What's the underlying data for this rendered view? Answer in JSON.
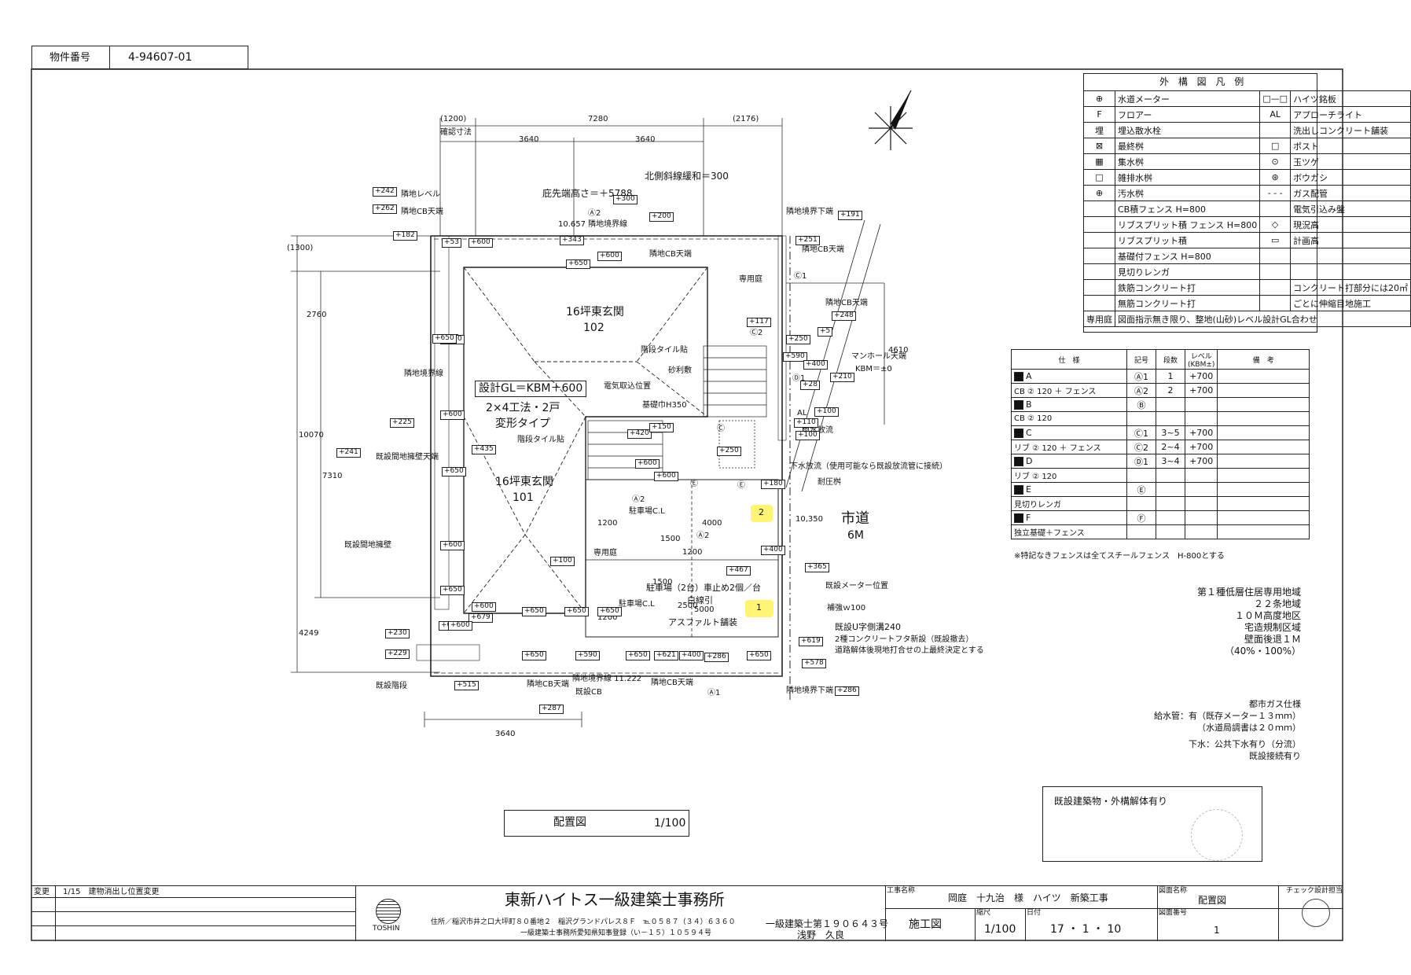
{
  "header": {
    "property_no_label": "物件番号",
    "property_no": "4-94607-01"
  },
  "plan": {
    "dims_top": [
      "(1200)",
      "7280",
      "(2176)"
    ],
    "dims_top2": [
      "3640",
      "3640"
    ],
    "dim_bottom": "3640",
    "dims_left": [
      "(1300)",
      "2760",
      "10070",
      "7310",
      "4249"
    ],
    "dims_right": [
      "4610",
      "10,350"
    ],
    "dim_label": "確認寸法",
    "rooms": [
      {
        "name": "16坪東玄関",
        "no": "102"
      },
      {
        "name": "16坪東玄関",
        "no": "101"
      }
    ],
    "design_gl": "設計GL＝KBM＋600",
    "structure": "2×4工法・2戸",
    "structure2": "変形タイプ",
    "eave_height": "庇先端高さ＝＋5788",
    "north_setback": "北側斜線緩和＝300",
    "boundary_len_top": "10.657 隣地境界線",
    "boundary_len_bottom": "隣地境界線 11.222",
    "road": "市道",
    "road_width": "6M",
    "parking": "駐車場（2台）車止め2個／台",
    "white_line": "白線引",
    "asphalt": "アスファルト舗装",
    "parking_cl": "駐車場C.L",
    "parking_cl2": "駐車場C.L",
    "private_yard": "専用庭",
    "private_yard2": "専用庭",
    "notes": [
      "隣地レベル",
      "隣地CB天端",
      "既設間地擁壁天端",
      "隣地境界線",
      "既設間地擁壁",
      "既設階段",
      "隣地CB天端",
      "既設CB",
      "隣地CB天端",
      "隣地境界下端",
      "隣地CB天端",
      "隣地CB天端",
      "階段タイル貼",
      "砂利敷",
      "電気取込位置",
      "基礎巾H350",
      "階段タイル貼",
      "マンホール天端",
      "KBM＝±0",
      "雨水放流",
      "下水放流（使用可能なら既設放流管に接続）",
      "耐圧桝",
      "既設メーター位置",
      "補強ｗ100",
      "既設U字側溝240",
      "2種コンクリートフタ新設（既設撤去）",
      "道路解体後現地打合せの上最終決定とする",
      "隣地CB天端",
      "隣地境界下端"
    ],
    "levels": [
      "+242",
      "+262",
      "+182",
      "+225",
      "+241",
      "+230",
      "+229",
      "+515",
      "+287",
      "+53",
      "+600",
      "+650",
      "+650",
      "+650",
      "+600",
      "+435",
      "+650",
      "+600",
      "+600",
      "+679",
      "+650",
      "+650",
      "+650",
      "+621",
      "+650",
      "+286",
      "+600",
      "+600",
      "+650",
      "+600",
      "+200",
      "+300",
      "+343",
      "+650",
      "+191",
      "+251",
      "+248",
      "+117",
      "+250",
      "+5",
      "+590",
      "+400",
      "+210",
      "+28",
      "+100",
      "+110",
      "+100",
      "+250",
      "+420",
      "+600",
      "+180",
      "+400",
      "+467",
      "+365",
      "+150",
      "+600",
      "+650",
      "+650",
      "+590",
      "+619",
      "+578",
      "+286",
      "+400",
      "+100"
    ],
    "marks": [
      "Ⓐ2",
      "Ⓐ2",
      "Ⓐ2",
      "Ⓐ1",
      "Ⓒ1",
      "Ⓒ2",
      "Ⓓ1",
      "AL",
      "Ⓔ",
      "Ⓔ",
      "Ⓒ"
    ],
    "hl_marks": [
      "2",
      "1"
    ],
    "dims_parking": [
      "1200",
      "4000",
      "1500",
      "1500",
      "1200",
      "2500",
      "5000",
      "1200"
    ]
  },
  "legend": {
    "title": "外 構 図 凡 例",
    "rows": [
      [
        "⊕",
        "水道メーター",
        "□—□",
        "ハイツ銘板"
      ],
      [
        "F",
        "フロアー",
        "AL",
        "アプローチライト"
      ],
      [
        "埋",
        "埋込散水栓",
        "",
        "洗出しコンクリート舗装"
      ],
      [
        "⊠",
        "最終桝",
        "□",
        "ポスト"
      ],
      [
        "▦",
        "集水桝",
        "⊙",
        "玉ツゲ"
      ],
      [
        "□",
        "雑排水桝",
        "⊛",
        "ボウガシ"
      ],
      [
        "⊕",
        "汚水桝",
        "- - -",
        "ガス配管"
      ],
      [
        "",
        "CB積フェンス H=800",
        "",
        "電気引込み盤"
      ],
      [
        "",
        "リブスプリット積 フェンス H=800",
        "◇",
        "現況高"
      ],
      [
        "",
        "リブスプリット積",
        "▭",
        "計画高"
      ],
      [
        "",
        "基礎付フェンス H=800",
        "",
        ""
      ],
      [
        "",
        "見切りレンガ",
        "",
        ""
      ],
      [
        "",
        "鉄筋コンクリート打",
        "",
        "コンクリート打部分には20㎡"
      ],
      [
        "",
        "無筋コンクリート打",
        "",
        "ごとに伸縮目地施工"
      ],
      [
        "専用庭",
        "図面指示無き限り、整地(山砂)レベル設計GL合わせ",
        "",
        ""
      ]
    ]
  },
  "spec": {
    "headers": [
      "仕　様",
      "記号",
      "段数",
      "レベル (KBM±)",
      "備　考"
    ],
    "rows": [
      {
        "code": "A",
        "spec": "",
        "sym": "Ⓐ1",
        "steps": "1",
        "level": "+700"
      },
      {
        "code": "",
        "spec": "CB ② 120 ＋ フェンス",
        "sym": "Ⓐ2",
        "steps": "2",
        "level": "+700"
      },
      {
        "code": "B",
        "spec": "",
        "sym": "Ⓑ",
        "steps": "",
        "level": ""
      },
      {
        "code": "",
        "spec": "CB ② 120",
        "sym": "",
        "steps": "",
        "level": ""
      },
      {
        "code": "C",
        "spec": "",
        "sym": "Ⓒ1",
        "steps": "3~5",
        "level": "+700"
      },
      {
        "code": "",
        "spec": "リブ ② 120 ＋ フェンス",
        "sym": "Ⓒ2",
        "steps": "2~4",
        "level": "+700"
      },
      {
        "code": "D",
        "spec": "",
        "sym": "Ⓓ1",
        "steps": "3~4",
        "level": "+700"
      },
      {
        "code": "",
        "spec": "リブ ② 120",
        "sym": "",
        "steps": "",
        "level": ""
      },
      {
        "code": "E",
        "spec": "",
        "sym": "Ⓔ",
        "steps": "",
        "level": ""
      },
      {
        "code": "",
        "spec": "見切りレンガ",
        "sym": "",
        "steps": "",
        "level": ""
      },
      {
        "code": "F",
        "spec": "",
        "sym": "Ⓕ",
        "steps": "",
        "level": ""
      },
      {
        "code": "",
        "spec": "独立基礎＋フェンス",
        "sym": "",
        "steps": "",
        "level": ""
      }
    ],
    "note": "※特記なきフェンスは全てスチールフェンス　H-800とする"
  },
  "zoning": [
    "第１種低層住居専用地域",
    "２２条地域",
    "１０Ｍ高度地区",
    "宅造規制区域",
    "壁面後退１Ｍ",
    "（40%・100%）"
  ],
  "utilities": [
    "都市ガス仕様",
    "給水管：有（既存メーター１３ｍｍ）",
    "（水道局調書は２０ｍｍ）",
    "下水：公共下水有り（分流）",
    "既設接続有り"
  ],
  "demolition": "既設建築物・外構解体有り",
  "drawing_title": {
    "name": "配置図",
    "scale": "1/100"
  },
  "title_block": {
    "revision_label": "変更",
    "revision": "1/15　建物消出し位置変更",
    "company": "東新ハイトス一級建築士事務所",
    "logo_text": "TOSHIN",
    "address": "住所／稲沢市井之口大坪町８０番地２　稲沢グランドパレス８Ｆ　℡０５８７（３４）６３６０",
    "registration": "一級建築士事務所愛知県知事登録（い－１５）１０５９４号",
    "architect_no": "一級建築士第１９０６４３号",
    "architect": "浅野　久良",
    "project_label": "工事名称",
    "project": "岡庭　十九治　様　ハイツ　新築工事",
    "drawing_kind": "施工図",
    "scale_label": "縮尺",
    "scale": "1/100",
    "date_label": "日付",
    "date": "17 ・ 1 ・ 10",
    "dwg_name_label": "図面名称",
    "dwg_name": "配置図",
    "dwg_no_label": "図面番号",
    "dwg_no": "1",
    "check_label": "チェック",
    "approve_label": "設計担当"
  }
}
